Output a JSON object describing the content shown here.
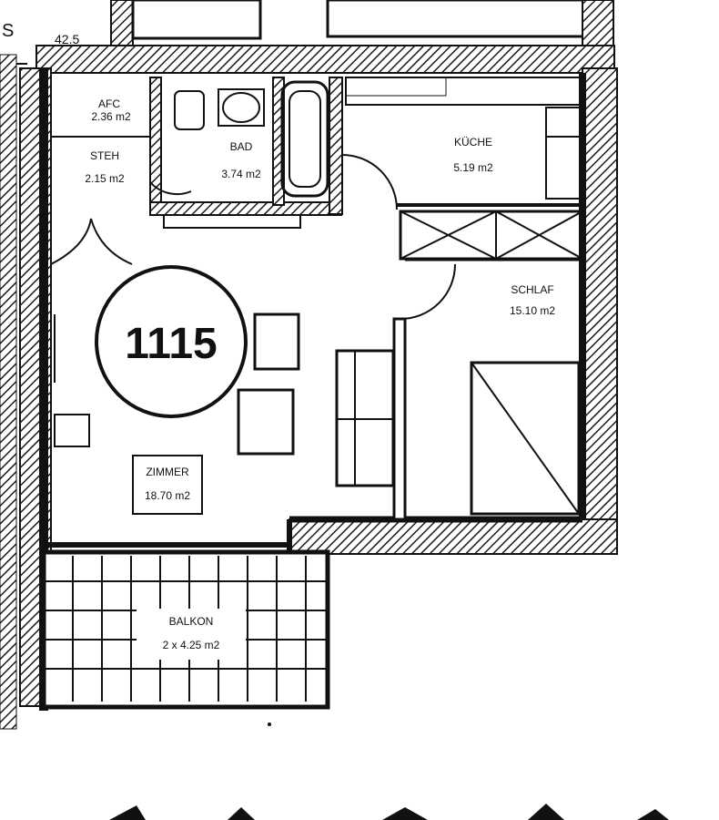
{
  "plan": {
    "unit_number": "1115",
    "top_left_fragment": "S",
    "top_area_fragment": "42.5",
    "rooms": {
      "wc": {
        "name": "AFC",
        "area": "2.36 m2"
      },
      "hall": {
        "name": "STEH",
        "area": "2.15 m2"
      },
      "bath": {
        "name": "BAD",
        "area": "3.74 m2"
      },
      "kitchen": {
        "name": "KÜCHE",
        "area": "5.19 m2"
      },
      "bedroom": {
        "name": "SCHLAF",
        "area": "15.10 m2"
      },
      "living": {
        "name": "ZIMMER",
        "area": "18.70 m2"
      },
      "balcony": {
        "name": "BALKON",
        "area": "2 x 4.25 m2"
      }
    }
  }
}
